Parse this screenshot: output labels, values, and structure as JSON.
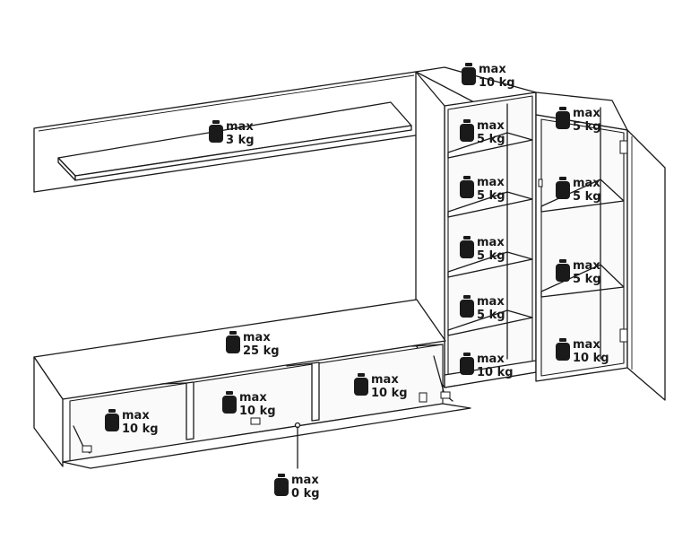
{
  "weight_labels": [
    {
      "id": "wall-shelf",
      "max": "max",
      "kg": "3 kg"
    },
    {
      "id": "column-top",
      "max": "max",
      "kg": "10 kg"
    },
    {
      "id": "column-shelf-1",
      "max": "max",
      "kg": "5 kg"
    },
    {
      "id": "column-shelf-2",
      "max": "max",
      "kg": "5 kg"
    },
    {
      "id": "column-shelf-3",
      "max": "max",
      "kg": "5 kg"
    },
    {
      "id": "column-shelf-4",
      "max": "max",
      "kg": "5 kg"
    },
    {
      "id": "column-bottom",
      "max": "max",
      "kg": "10 kg"
    },
    {
      "id": "cabinet-top",
      "max": "max",
      "kg": "5 kg"
    },
    {
      "id": "cabinet-shelf-1",
      "max": "max",
      "kg": "5 kg"
    },
    {
      "id": "cabinet-shelf-2",
      "max": "max",
      "kg": "5 kg"
    },
    {
      "id": "cabinet-bottom",
      "max": "max",
      "kg": "10 kg"
    },
    {
      "id": "tv-bench-top",
      "max": "max",
      "kg": "25 kg"
    },
    {
      "id": "tv-bench-left",
      "max": "max",
      "kg": "10 kg"
    },
    {
      "id": "tv-bench-middle",
      "max": "max",
      "kg": "10 kg"
    },
    {
      "id": "tv-bench-right",
      "max": "max",
      "kg": "10 kg"
    },
    {
      "id": "tv-bench-flap",
      "max": "max",
      "kg": "0 kg"
    }
  ]
}
